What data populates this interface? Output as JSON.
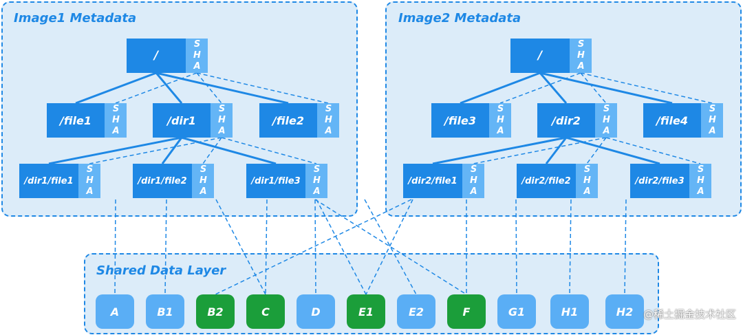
{
  "colors": {
    "node_main": "#1e88e5",
    "node_sha": "#64b5f6",
    "panel_bg": "#dcecf9",
    "border": "#1e88e5",
    "block_shared": "#1b9e3a",
    "block_unique": "#5aaef5"
  },
  "sha_label": "SHA",
  "image1": {
    "title": "Image1 Metadata",
    "root": "/",
    "level1": [
      "/file1",
      "/dir1",
      "/file2"
    ],
    "level2": [
      "/dir1/file1",
      "/dir1/file2",
      "/dir1/file3"
    ]
  },
  "image2": {
    "title": "Image2 Metadata",
    "root": "/",
    "level1": [
      "/file3",
      "/dir2",
      "/file4"
    ],
    "level2": [
      "/dir2/file1",
      "/dir2/file2",
      "/dir2/file3"
    ]
  },
  "shared": {
    "title": "Shared Data Layer",
    "blocks": [
      {
        "label": "A",
        "shared": false
      },
      {
        "label": "B1",
        "shared": false
      },
      {
        "label": "B2",
        "shared": true
      },
      {
        "label": "C",
        "shared": true
      },
      {
        "label": "D",
        "shared": false
      },
      {
        "label": "E1",
        "shared": true
      },
      {
        "label": "E2",
        "shared": false
      },
      {
        "label": "F",
        "shared": true
      },
      {
        "label": "G1",
        "shared": false
      },
      {
        "label": "H1",
        "shared": false
      },
      {
        "label": "H2",
        "shared": false
      }
    ]
  },
  "watermark": "@稀土掘金技术社区"
}
